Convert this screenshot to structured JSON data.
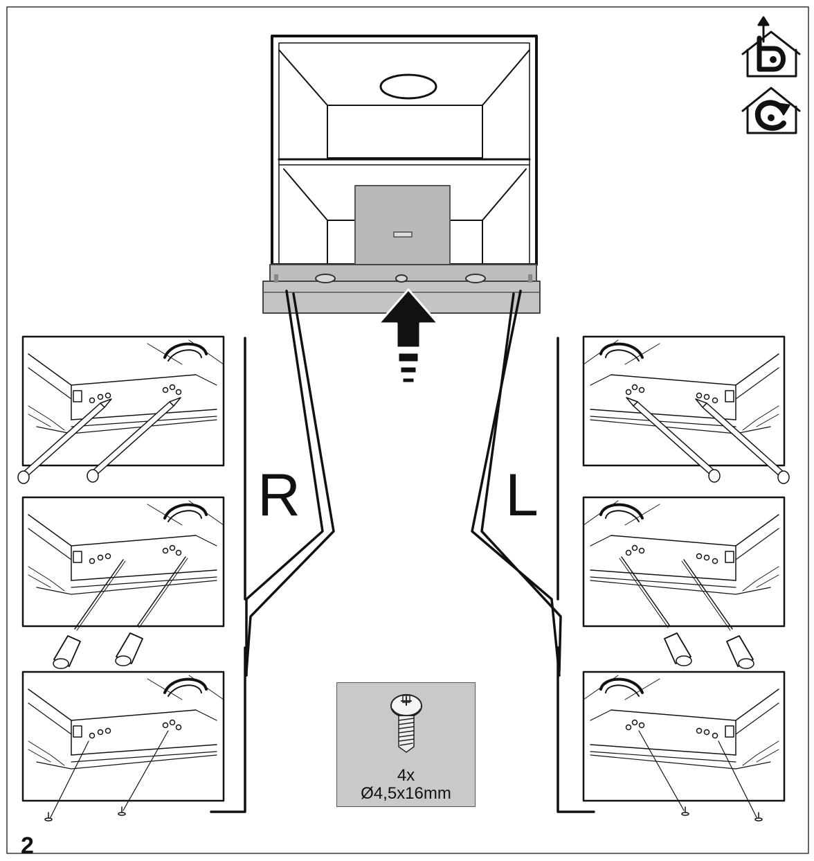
{
  "diagram": {
    "step_number": "2",
    "side_right_label": "R",
    "side_left_label": "L",
    "hardware": {
      "quantity": "4x",
      "size": "Ø4,5x16mm"
    },
    "icons": [
      "ducted-mode-icon",
      "recirculation-mode-icon",
      "push-up-arrow-icon",
      "screw-icon",
      "pencil-icon",
      "screwdriver-icon"
    ],
    "colors": {
      "line": "#111111",
      "panel_gray": "#b9b9b9",
      "box_gray": "#c9c9c9"
    }
  }
}
